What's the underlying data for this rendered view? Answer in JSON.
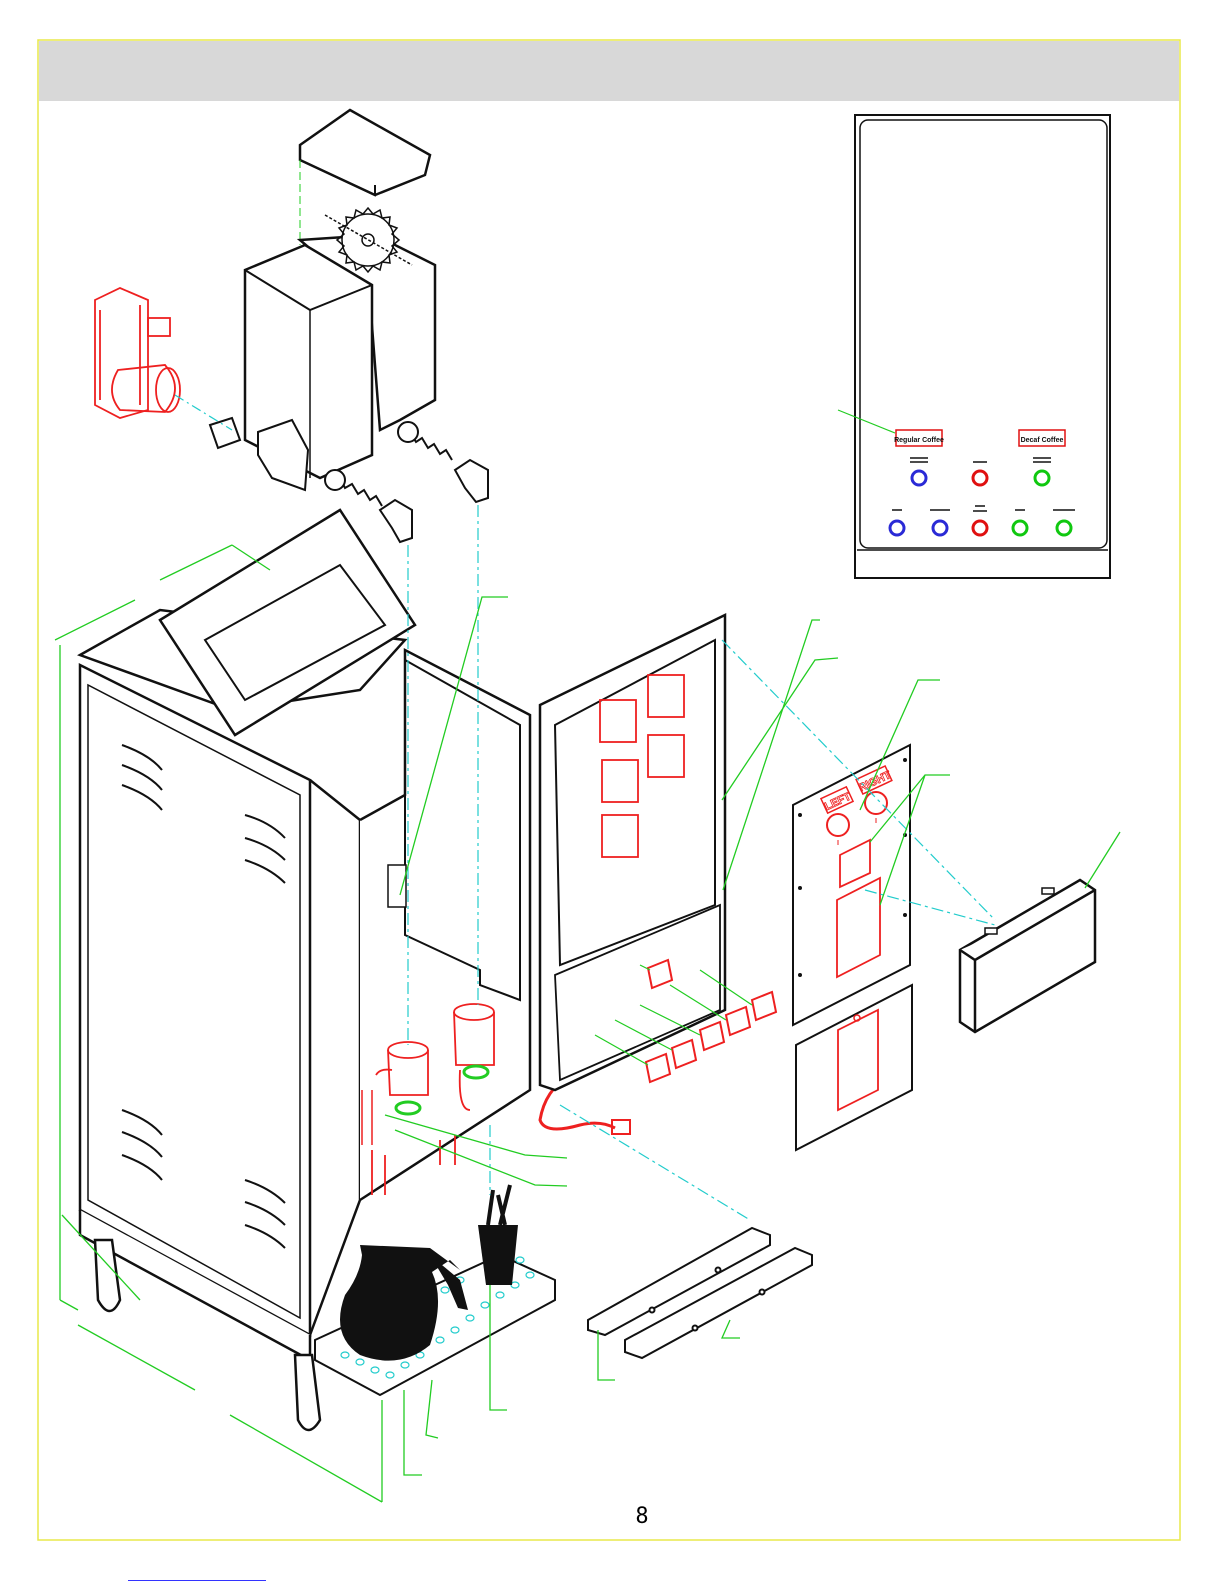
{
  "page": {
    "number": "8",
    "frame_color": "#e8e84a",
    "header_band_color": "#d8d8d8"
  },
  "control_panel": {
    "left_label": "Regular Coffee",
    "right_label": "Decaf Coffee",
    "knob_colors": {
      "blue": "#2a2ad6",
      "red": "#e01010",
      "green": "#10c810"
    }
  },
  "knob_panel": {
    "left_label": "LEFT",
    "right_label": "RIGHT"
  },
  "colors": {
    "leader_line": "#22cc22",
    "centerline": "#22cccc",
    "motor_part": "#ee2020",
    "outline": "#111111"
  }
}
